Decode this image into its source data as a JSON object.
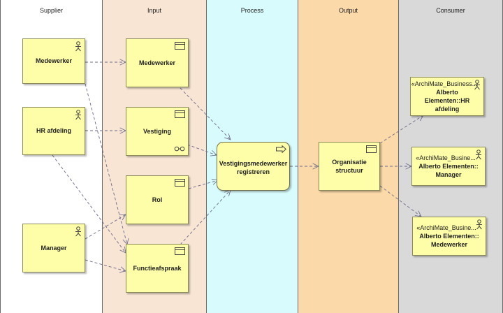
{
  "lanes": {
    "supplier": "Supplier",
    "input": "Input",
    "process": "Process",
    "output": "Output",
    "consumer": "Consumer"
  },
  "supplier": {
    "medewerker": "Medewerker",
    "hr_afdeling": "HR afdeling",
    "manager": "Manager"
  },
  "input": {
    "medewerker": "Medewerker",
    "vestiging": "Vestiging",
    "rol": "Rol",
    "functieafspraak": "Functieafspraak"
  },
  "process": {
    "registreren": "Vestigingsmedewerker registreren"
  },
  "output": {
    "organisatie": "Organisatie structuur"
  },
  "consumer": {
    "hr": {
      "stereotype": "«ArchiMate_Business...",
      "name": "Alberto Elementen::HR afdeling"
    },
    "manager": {
      "stereotype": "«ArchiMate_Busine...",
      "name": "Alberto Elementen:: Manager"
    },
    "medewerker": {
      "stereotype": "«ArchiMate_Busine...",
      "name": "Alberto Elementen:: Medewerker"
    }
  },
  "icons": {
    "actor": "actor-icon",
    "object": "business-object-icon",
    "process": "process-arrow-icon",
    "interface": "interface-icon"
  },
  "colors": {
    "element_fill": "#fefea8",
    "supplier_lane": "#ffffff",
    "input_lane": "#f8e5d4",
    "process_lane": "#d8fbfd",
    "output_lane": "#fbd9a9",
    "consumer_lane": "#d9d9d9",
    "connector": "#6b6b8a"
  }
}
